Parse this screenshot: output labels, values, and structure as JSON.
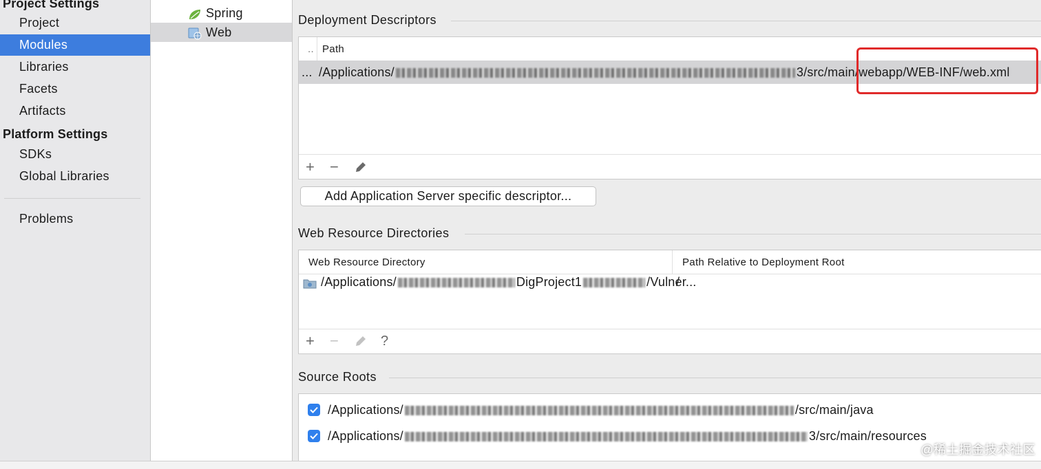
{
  "nav": {
    "project_settings_header": "Project Settings",
    "project_items": [
      "Project",
      "Modules",
      "Libraries",
      "Facets",
      "Artifacts"
    ],
    "platform_settings_header": "Platform Settings",
    "platform_items": [
      "SDKs",
      "Global Libraries"
    ],
    "problems": "Problems",
    "selected": "Modules"
  },
  "tree": {
    "items": [
      {
        "label": "Spring",
        "icon": "spring-leaf-icon"
      },
      {
        "label": "Web",
        "icon": "web-facet-icon"
      }
    ],
    "selected": "Web"
  },
  "deployment": {
    "title": "Deployment Descriptors",
    "col_type": "..",
    "col_path": "Path",
    "row_type": "...",
    "path_prefix": "/Applications/",
    "path_suffix": "3/src/main/webapp/WEB-INF/web.xml",
    "add_server_button": "Add Application Server specific descriptor..."
  },
  "web_resources": {
    "title": "Web Resource Directories",
    "col_dir": "Web Resource Directory",
    "col_rel": "Path Relative to Deployment Root",
    "dir_prefix": "/Applications/",
    "dir_mid": "DigProject1",
    "dir_suffix": "/Vulner...",
    "relative_path": "/",
    "help_icon": "?"
  },
  "source_roots": {
    "title": "Source Roots",
    "rows": [
      {
        "prefix": "/Applications/",
        "suffix": "/src/main/java",
        "checked": true
      },
      {
        "prefix": "/Applications/",
        "suffix": "3/src/main/resources",
        "checked": true
      }
    ]
  },
  "watermark": "@稀土掘金技术社区",
  "colors": {
    "selection": "#3d7dde",
    "highlight_box": "#e02a2a",
    "checkbox": "#2f80ed"
  }
}
